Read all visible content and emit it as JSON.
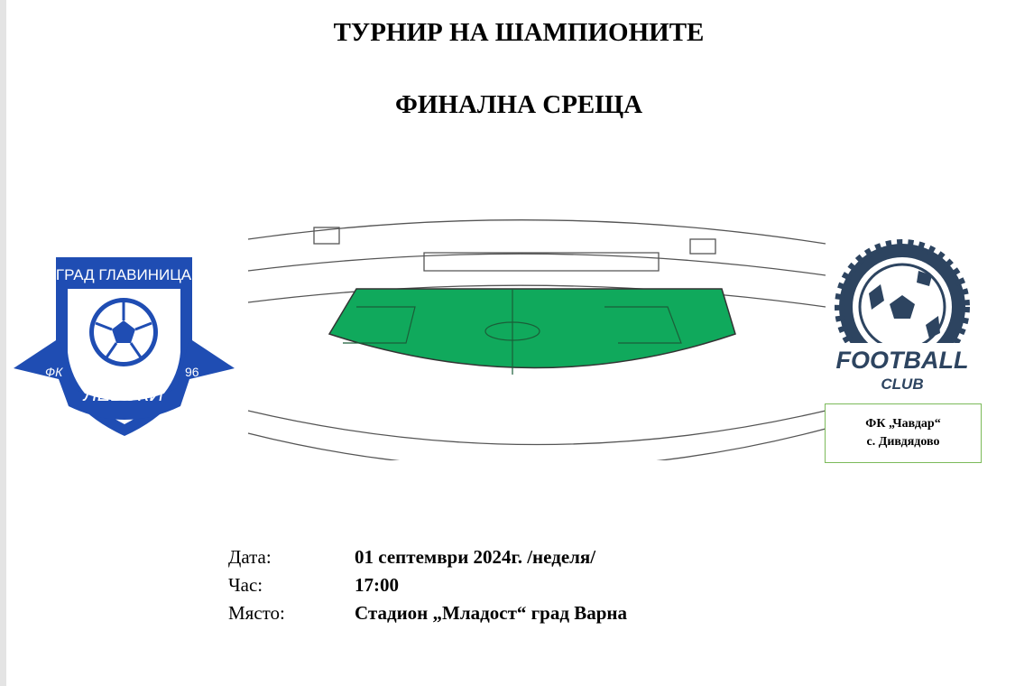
{
  "header": {
    "title": "ТУРНИР НА ШАМПИОНИТЕ",
    "subtitle": "ФИНАЛНА СРЕЩА"
  },
  "left_logo": {
    "top_text": "ГРАД ГЛАВИНИЦА",
    "left_text": "ФК",
    "right_text": "96",
    "name": "ЛЕВСКИ",
    "color": "#1f4db3"
  },
  "right_logo": {
    "line1": "FOOTBALL",
    "line2": "CLUB",
    "color": "#2d4460"
  },
  "right_club": {
    "name": "ФК „Чавдар“",
    "village": "с. Дивдядово"
  },
  "details": [
    {
      "label": "Дата:",
      "value": "01 септември 2024г. /неделя/"
    },
    {
      "label": "Час:",
      "value": "17:00"
    },
    {
      "label": "Място:",
      "value": "Стадион „Младост“ град Варна"
    }
  ]
}
